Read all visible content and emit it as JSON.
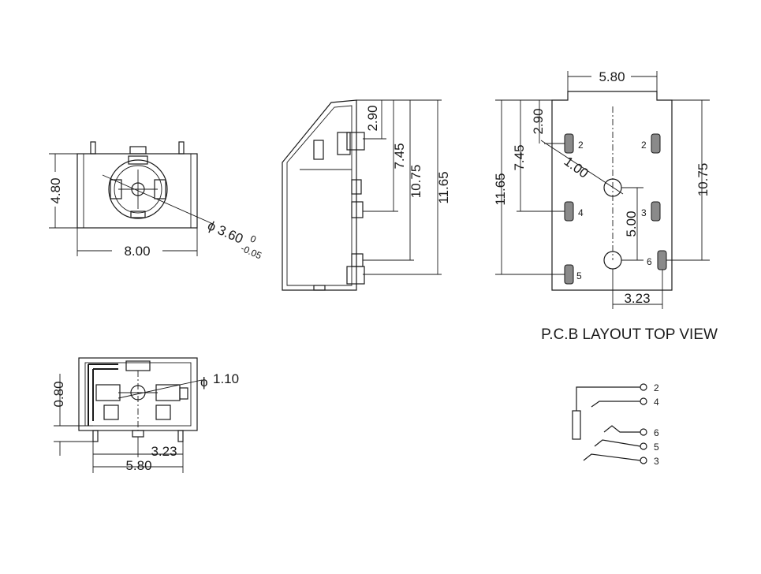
{
  "front_view": {
    "height_dim": "4.80",
    "width_dim": "8.00",
    "bore_dia": "3.60",
    "bore_tol_upper": "0",
    "bore_tol_lower": "-0.05",
    "dia_symbol": "ϕ"
  },
  "side_view": {
    "dims": [
      "2.90",
      "7.45",
      "10.75",
      "11.65"
    ]
  },
  "pcb_layout": {
    "title": "P.C.B LAYOUT TOP VIEW",
    "width_dim": "5.80",
    "dims_left": [
      "2.90",
      "7.45",
      "11.65"
    ],
    "dim_right": "10.75",
    "hole_spacing_dim": "5.00",
    "hole_dia_dim": "1.00",
    "pin_offset_dim": "3.23",
    "pin_labels": [
      "2",
      "2",
      "4",
      "3",
      "5",
      "6"
    ]
  },
  "bottom_view": {
    "hole_dia": "1.10",
    "dia_symbol": "ϕ",
    "height_dim": "0.80",
    "offset_dim": "3.23",
    "width_dim": "5.80"
  },
  "schematic": {
    "pins": [
      "2",
      "4",
      "6",
      "5",
      "3"
    ]
  }
}
